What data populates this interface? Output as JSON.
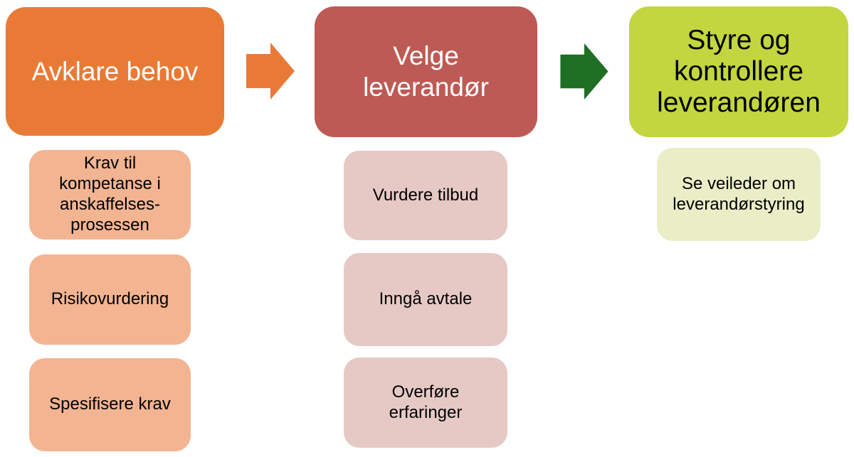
{
  "diagram": {
    "background": "#ffffff",
    "stages": [
      {
        "label": "Avklare behov",
        "header_bg": "#e87a36",
        "header_text_color": "#ffffff",
        "item_bg": "#f3b491",
        "items": [
          {
            "label": "Krav til\nkompetanse i\nanskaffelses-\nprosessen"
          },
          {
            "label": "Risikovurdering"
          },
          {
            "label": "Spesifisere krav"
          }
        ]
      },
      {
        "label": "Velge\nleverandør",
        "header_bg": "#be5a55",
        "header_text_color": "#ffffff",
        "item_bg": "#e6c9c5",
        "items": [
          {
            "label": "Vurdere tilbud"
          },
          {
            "label": "Inngå avtale"
          },
          {
            "label": "Overføre\nerfaringer"
          }
        ]
      },
      {
        "label": "Styre og\nkontrollere\nleverandøren",
        "header_bg": "#c3d63f",
        "header_text_color": "#000000",
        "item_bg": "#eaeec7",
        "items": [
          {
            "label": "Se veileder om\nleverandørstyring"
          }
        ]
      }
    ],
    "arrows": [
      {
        "name": "avklare-to-velge",
        "color": "#e87a36"
      },
      {
        "name": "velge-to-styre",
        "color": "#1e6e23"
      }
    ]
  }
}
